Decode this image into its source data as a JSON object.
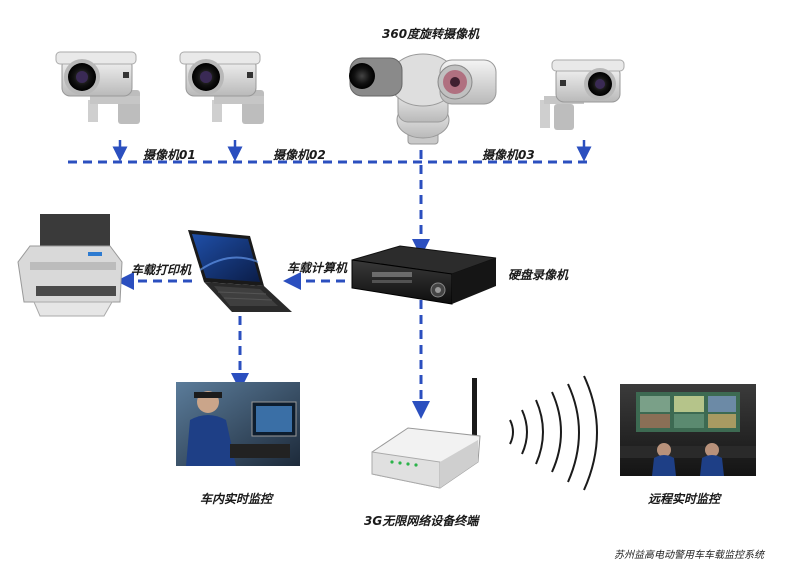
{
  "diagram": {
    "title_ptz": "360度旋转摄像机",
    "camera_01": "摄像机01",
    "camera_02": "摄像机02",
    "camera_03": "摄像机03",
    "dvr": "硬盘录像机",
    "vehicle_computer": "车载计算机",
    "vehicle_printer": "车载打印机",
    "in_vehicle_monitor": "车内实时监控",
    "router_3g": "3G无限网络设备终端",
    "remote_monitor": "远程实时监控",
    "footer": "苏州益高电动警用车车载监控系统"
  },
  "colors": {
    "connector": "#2b4fbf",
    "device_dark": "#1c1c1c",
    "device_light": "#e9e9e9"
  }
}
